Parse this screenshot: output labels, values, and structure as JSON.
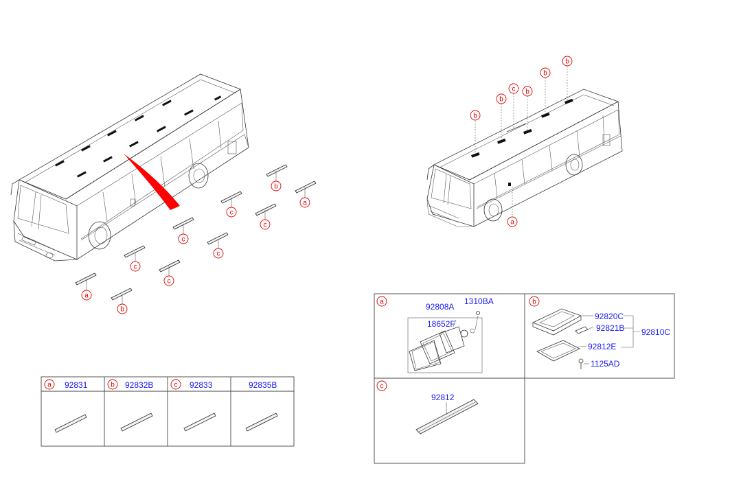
{
  "callouts": {
    "a": "a",
    "b": "b",
    "c": "c"
  },
  "parts_table": [
    {
      "letter": "a",
      "part": "92831"
    },
    {
      "letter": "b",
      "part": "92832B"
    },
    {
      "letter": "c",
      "part": "92833"
    },
    {
      "letter": "",
      "part": "92835B"
    }
  ],
  "detail_a": {
    "letter": "a",
    "parts": [
      "92808A",
      "1310BA",
      "18652F"
    ]
  },
  "detail_b": {
    "letter": "b",
    "parts": [
      "92820C",
      "92821B",
      "92812E",
      "92810C",
      "1125AD"
    ]
  },
  "detail_c": {
    "letter": "c",
    "parts": [
      "92812"
    ]
  },
  "colors": {
    "part_number": "#1a1aff",
    "callout": "#e00000",
    "highlight": "#ff0000"
  }
}
